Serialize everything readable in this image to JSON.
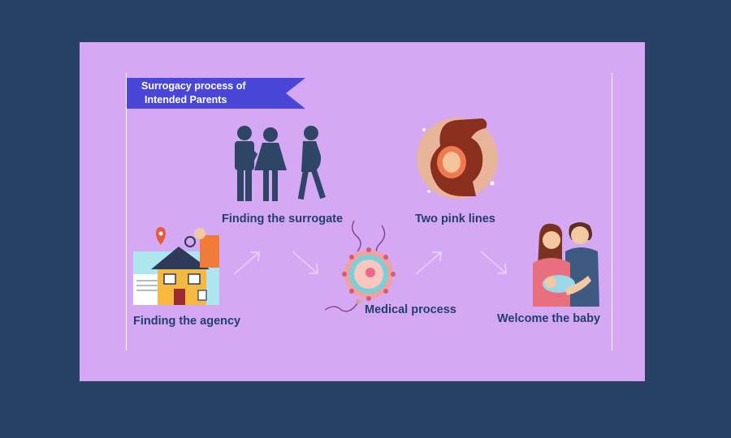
{
  "banner": {
    "line1": "Surrogacy process of",
    "line2": "Intended Parents",
    "color": "#4a46d8"
  },
  "steps": [
    {
      "label": "Finding the agency",
      "icon": "house-agency-icon"
    },
    {
      "label": "Finding the surrogate",
      "icon": "family-silhouette-icon"
    },
    {
      "label": "Medical process",
      "icon": "egg-cell-icon"
    },
    {
      "label": "Two pink lines",
      "icon": "pregnancy-icon"
    },
    {
      "label": "Welcome the baby",
      "icon": "parents-baby-icon"
    }
  ],
  "colors": {
    "page_background": "#2a4166",
    "card_background": "#d4a8f2",
    "label_text": "#23406a",
    "arrow": "#e7d0fa"
  }
}
